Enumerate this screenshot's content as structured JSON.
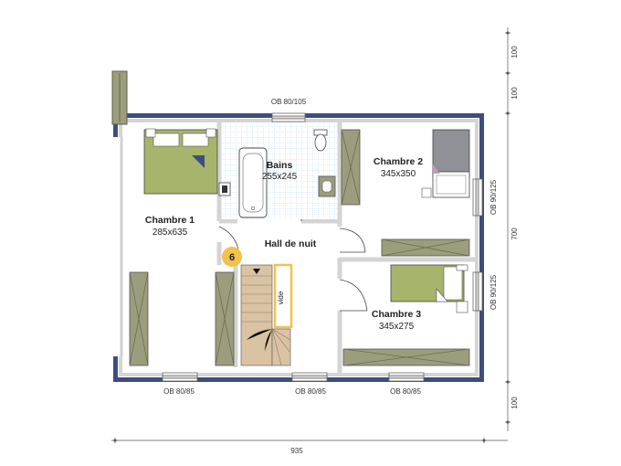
{
  "colors": {
    "outer_wall": "#3d4e7e",
    "inner_wall": "#d4d4d4",
    "wood": "#9b9d7c",
    "bed": "#a7b46c",
    "bath_tile": "#4fa3e0",
    "stair": "#d9c3a3",
    "highlight": "#f2c24a",
    "ob_window": "#d9d9d9"
  },
  "rooms": {
    "chambre1": {
      "name": "Chambre 1",
      "size": "285x635"
    },
    "bains": {
      "name": "Bains",
      "size": "255x245"
    },
    "chambre2": {
      "name": "Chambre 2",
      "size": "345x350"
    },
    "hall": {
      "name": "Hall de nuit"
    },
    "chambre3": {
      "name": "Chambre 3",
      "size": "345x275"
    }
  },
  "stair": {
    "badge": "6",
    "void_label": "vide"
  },
  "openings": {
    "top": "OB 80/105",
    "bottom_left": "OB 80/85",
    "bottom_mid": "OB 80/85",
    "bottom_right": "OB 80/85",
    "right_top": "OB 90/125",
    "right_bottom": "OB 90/125"
  },
  "dimensions": {
    "right_1": "100",
    "right_2": "100",
    "right_3": "700",
    "right_4": "100",
    "bottom": "935"
  }
}
